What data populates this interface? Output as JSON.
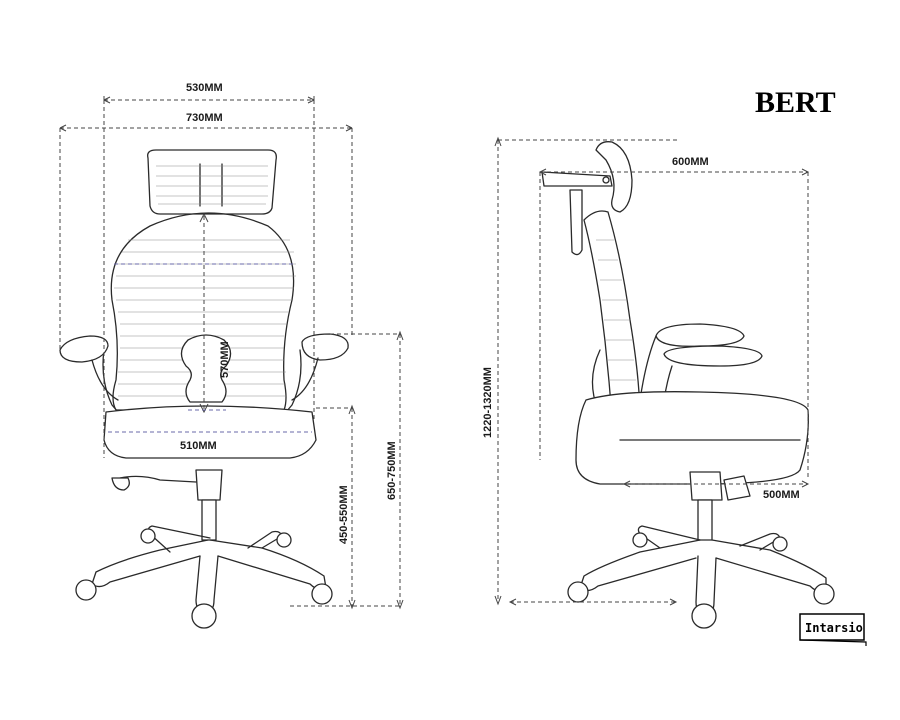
{
  "product": {
    "title": "BERT",
    "brand_logo": "Intarsio"
  },
  "front_view": {
    "dimensions": {
      "top_width": "530MM",
      "arm_width": "730MM",
      "back_height": "570MM",
      "seat_width": "510MM",
      "seat_height": "450-550MM",
      "arm_height": "650-750MM"
    }
  },
  "side_view": {
    "dimensions": {
      "total_height": "1220-1320MM",
      "depth": "600MM",
      "seat_depth": "500MM"
    }
  },
  "colors": {
    "line": "#2a2a2a",
    "dimension_line": "#444444",
    "accent_dimension": "#6a6aa8",
    "background": "#ffffff"
  }
}
